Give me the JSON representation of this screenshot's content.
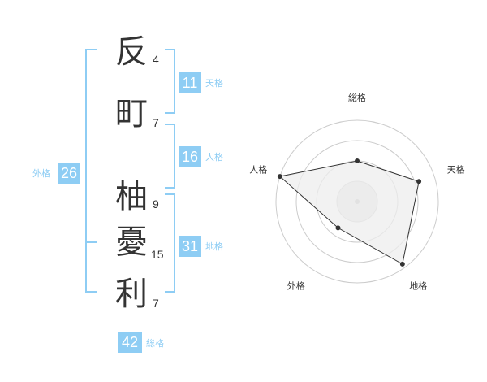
{
  "name": [
    {
      "char": "反",
      "strokes": "4"
    },
    {
      "char": "町",
      "strokes": "7"
    },
    {
      "char": "柚",
      "strokes": "9"
    },
    {
      "char": "憂",
      "strokes": "15"
    },
    {
      "char": "利",
      "strokes": "7"
    }
  ],
  "kaku": {
    "tenkaku": {
      "value": "11",
      "label": "天格"
    },
    "jinkaku": {
      "value": "16",
      "label": "人格"
    },
    "chikaku": {
      "value": "31",
      "label": "地格"
    },
    "gaikaku": {
      "value": "26",
      "label": "外格"
    },
    "soukaku": {
      "value": "42",
      "label": "総格"
    }
  },
  "colors": {
    "accent": "#8ecdf4",
    "text": "#333333",
    "radar_grid": "#cccccc",
    "radar_fill": "#eeeeee",
    "radar_line": "#333333"
  },
  "chart_data": {
    "type": "radar",
    "categories": [
      "総格",
      "天格",
      "地格",
      "外格",
      "人格"
    ],
    "values": [
      0.5,
      0.8,
      0.95,
      0.4,
      1.0
    ],
    "value_scale": "fraction of outer ring",
    "rings": 4
  }
}
